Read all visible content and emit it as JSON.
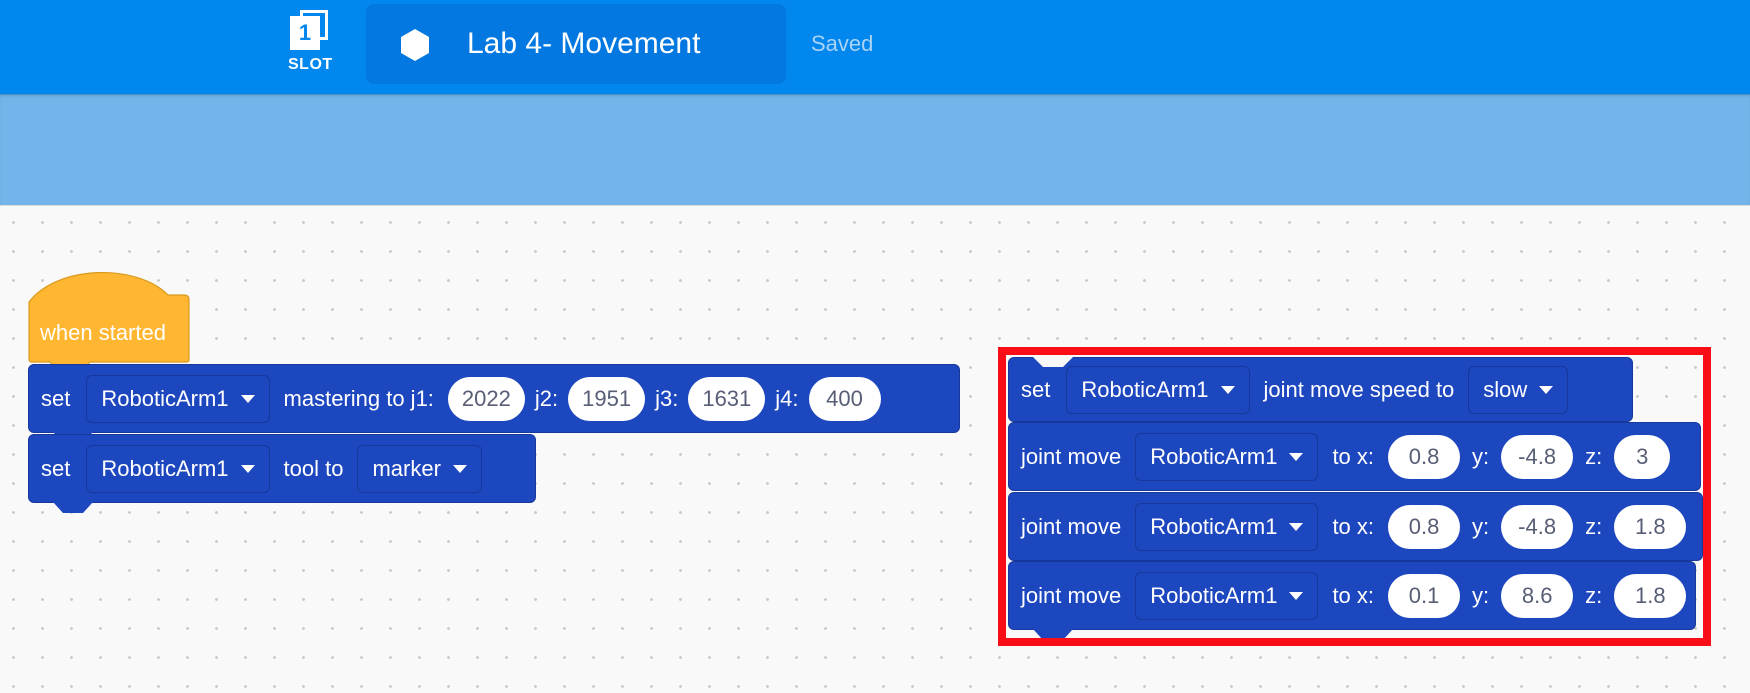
{
  "header": {
    "slot": {
      "number": "1",
      "label": "SLOT"
    },
    "project_icon": "hexagon-icon",
    "project_title": "Lab 4- Movement",
    "save_status": "Saved"
  },
  "colors": {
    "header_bg": "#0287ee",
    "title_box_bg": "#0378e0",
    "toolbar_band_bg": "#73b5ea",
    "event_block": "#ffb631",
    "motion_block": "#1d47bf",
    "highlight_border": "#f90d17"
  },
  "stack_left": {
    "hat": {
      "label": "when started"
    },
    "mastering": {
      "verb": "set",
      "device": "RoboticArm1",
      "text": "mastering to j1:",
      "j1": "2022",
      "j2_label": "j2:",
      "j2": "1951",
      "j3_label": "j3:",
      "j3": "1631",
      "j4_label": "j4:",
      "j4": "400"
    },
    "tool": {
      "verb": "set",
      "device": "RoboticArm1",
      "text": "tool to",
      "tool": "marker"
    }
  },
  "stack_right": {
    "speed": {
      "verb": "set",
      "device": "RoboticArm1",
      "text": "joint move speed to",
      "speed": "slow"
    },
    "moves": [
      {
        "verb": "joint move",
        "device": "RoboticArm1",
        "x_label": "to x:",
        "x": "0.8",
        "y_label": "y:",
        "y": "-4.8",
        "z_label": "z:",
        "z": "3"
      },
      {
        "verb": "joint move",
        "device": "RoboticArm1",
        "x_label": "to x:",
        "x": "0.8",
        "y_label": "y:",
        "y": "-4.8",
        "z_label": "z:",
        "z": "1.8"
      },
      {
        "verb": "joint move",
        "device": "RoboticArm1",
        "x_label": "to x:",
        "x": "0.1",
        "y_label": "y:",
        "y": "8.6",
        "z_label": "z:",
        "z": "1.8"
      }
    ]
  }
}
